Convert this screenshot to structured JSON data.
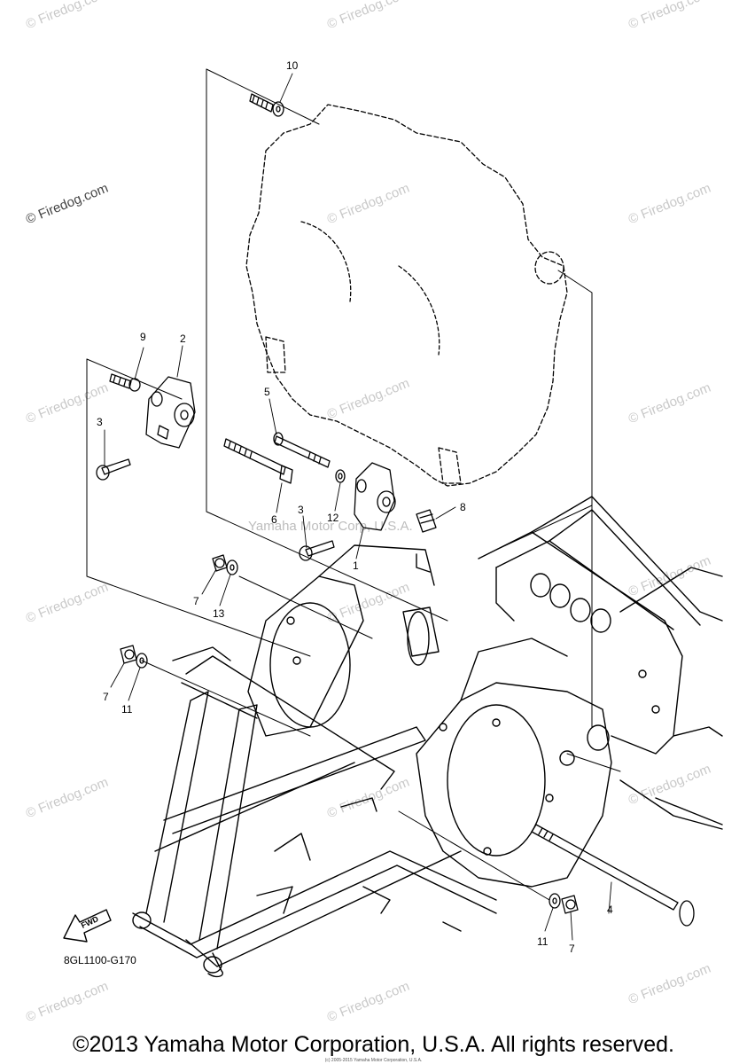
{
  "watermark": {
    "text": "© Firedog.com",
    "center_text": "Yamaha Motor Corp, U.S.A."
  },
  "callouts": [
    {
      "id": "c10a",
      "label": "10"
    },
    {
      "id": "c9",
      "label": "9"
    },
    {
      "id": "c2",
      "label": "2"
    },
    {
      "id": "c3a",
      "label": "3"
    },
    {
      "id": "c5",
      "label": "5"
    },
    {
      "id": "c6",
      "label": "6"
    },
    {
      "id": "c3b",
      "label": "3"
    },
    {
      "id": "c12",
      "label": "12"
    },
    {
      "id": "c8",
      "label": "8"
    },
    {
      "id": "c1",
      "label": "1"
    },
    {
      "id": "c7a",
      "label": "7"
    },
    {
      "id": "c13",
      "label": "13"
    },
    {
      "id": "c7b",
      "label": "7"
    },
    {
      "id": "c11a",
      "label": "11"
    },
    {
      "id": "c4",
      "label": "4"
    },
    {
      "id": "c11b",
      "label": "11"
    },
    {
      "id": "c7c",
      "label": "7"
    }
  ],
  "fwd_label": "FWD",
  "diagram_code": "8GL1100-G170",
  "copyright": "©2013 Yamaha Motor Corporation, U.S.A. All rights reserved.",
  "fine_print": "(c) 2005-2015 Yamaha Motor Corporation, U.S.A."
}
